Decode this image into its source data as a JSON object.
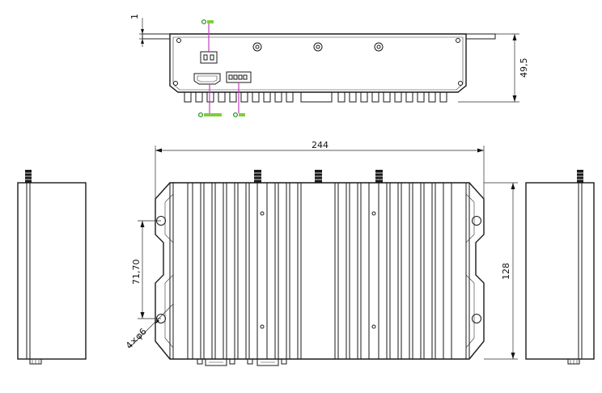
{
  "colors": {
    "line": "#1a1a1a",
    "callout_line": "#c040c0",
    "callout_marker": "#2e9a2e",
    "callout_text": "#7ccf3a",
    "background": "#ffffff"
  },
  "top_view": {
    "dimensions": {
      "flange_thickness": "1",
      "height": "49,5"
    },
    "callouts": {
      "power": "",
      "hdmi": "",
      "com": ""
    }
  },
  "main_view": {
    "dimensions": {
      "width": "244",
      "height": "128",
      "hole_spacing": "71,70",
      "hole_diameter": "4×φ6"
    }
  }
}
